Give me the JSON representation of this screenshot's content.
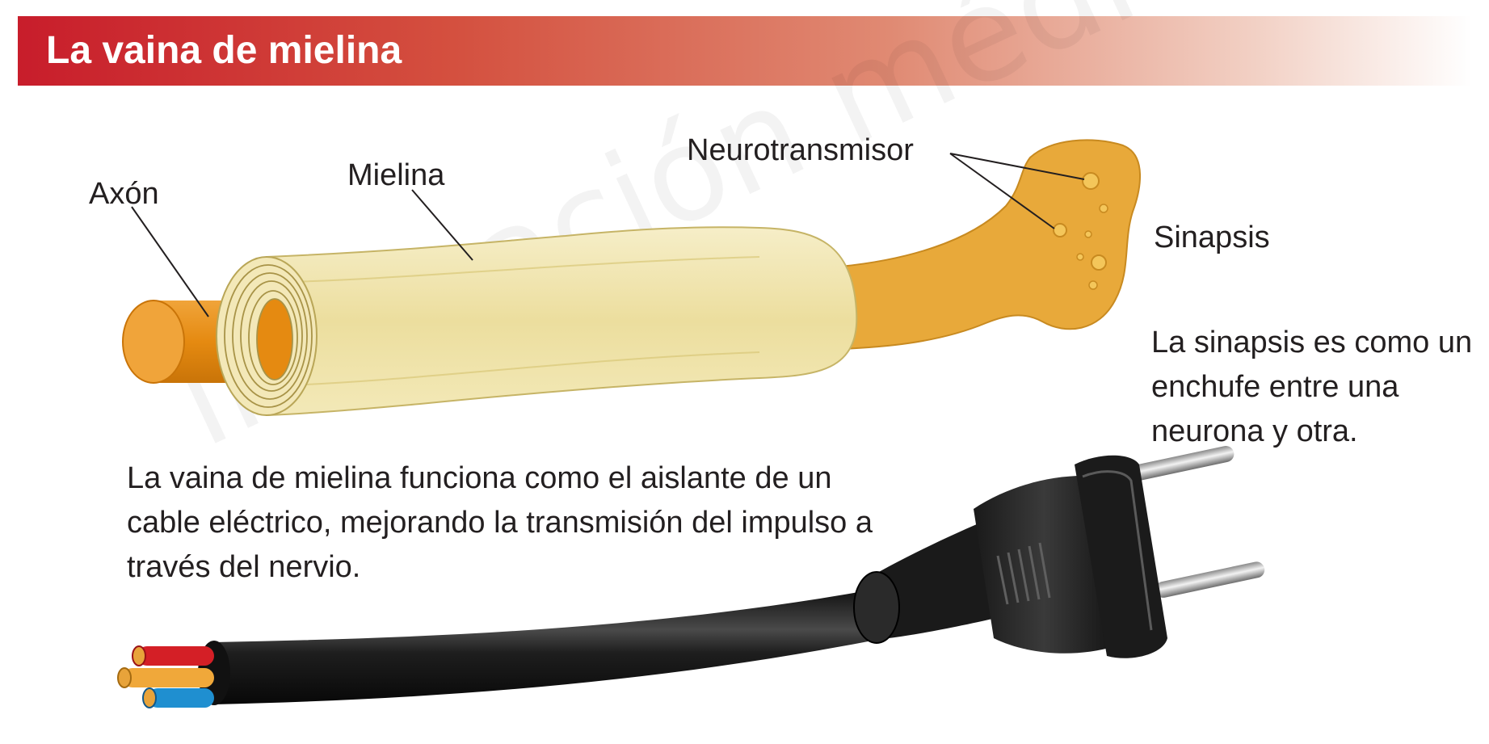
{
  "title": "La vaina de mielina",
  "labels": {
    "axon": "Axón",
    "myelin": "Mielina",
    "neurotransmitter": "Neurotransmisor",
    "synapse": "Sinapsis"
  },
  "paragraphs": {
    "myelin_description": "La vaina de mielina funciona como el aislante de un cable eléctrico, mejorando la transmisión del impulso a través del nervio.",
    "synapse_description": "La sinapsis es como un enchufe entre una neurona y otra."
  },
  "watermark": "ilustración médica",
  "colors": {
    "title_red": "#c81d2b",
    "axon_orange": "#e58a11",
    "myelin_cream": "#f1e5a8",
    "synapse_gold": "#e8a93a",
    "cable_black": "#1b1b1b",
    "wire_red": "#d41f26",
    "wire_yellow": "#f0a83a",
    "wire_blue": "#1f8fd0"
  },
  "icons": [
    "axon-icon",
    "myelin-sheath-icon",
    "synapse-terminal-icon",
    "electric-plug-icon",
    "electric-cable-icon"
  ]
}
